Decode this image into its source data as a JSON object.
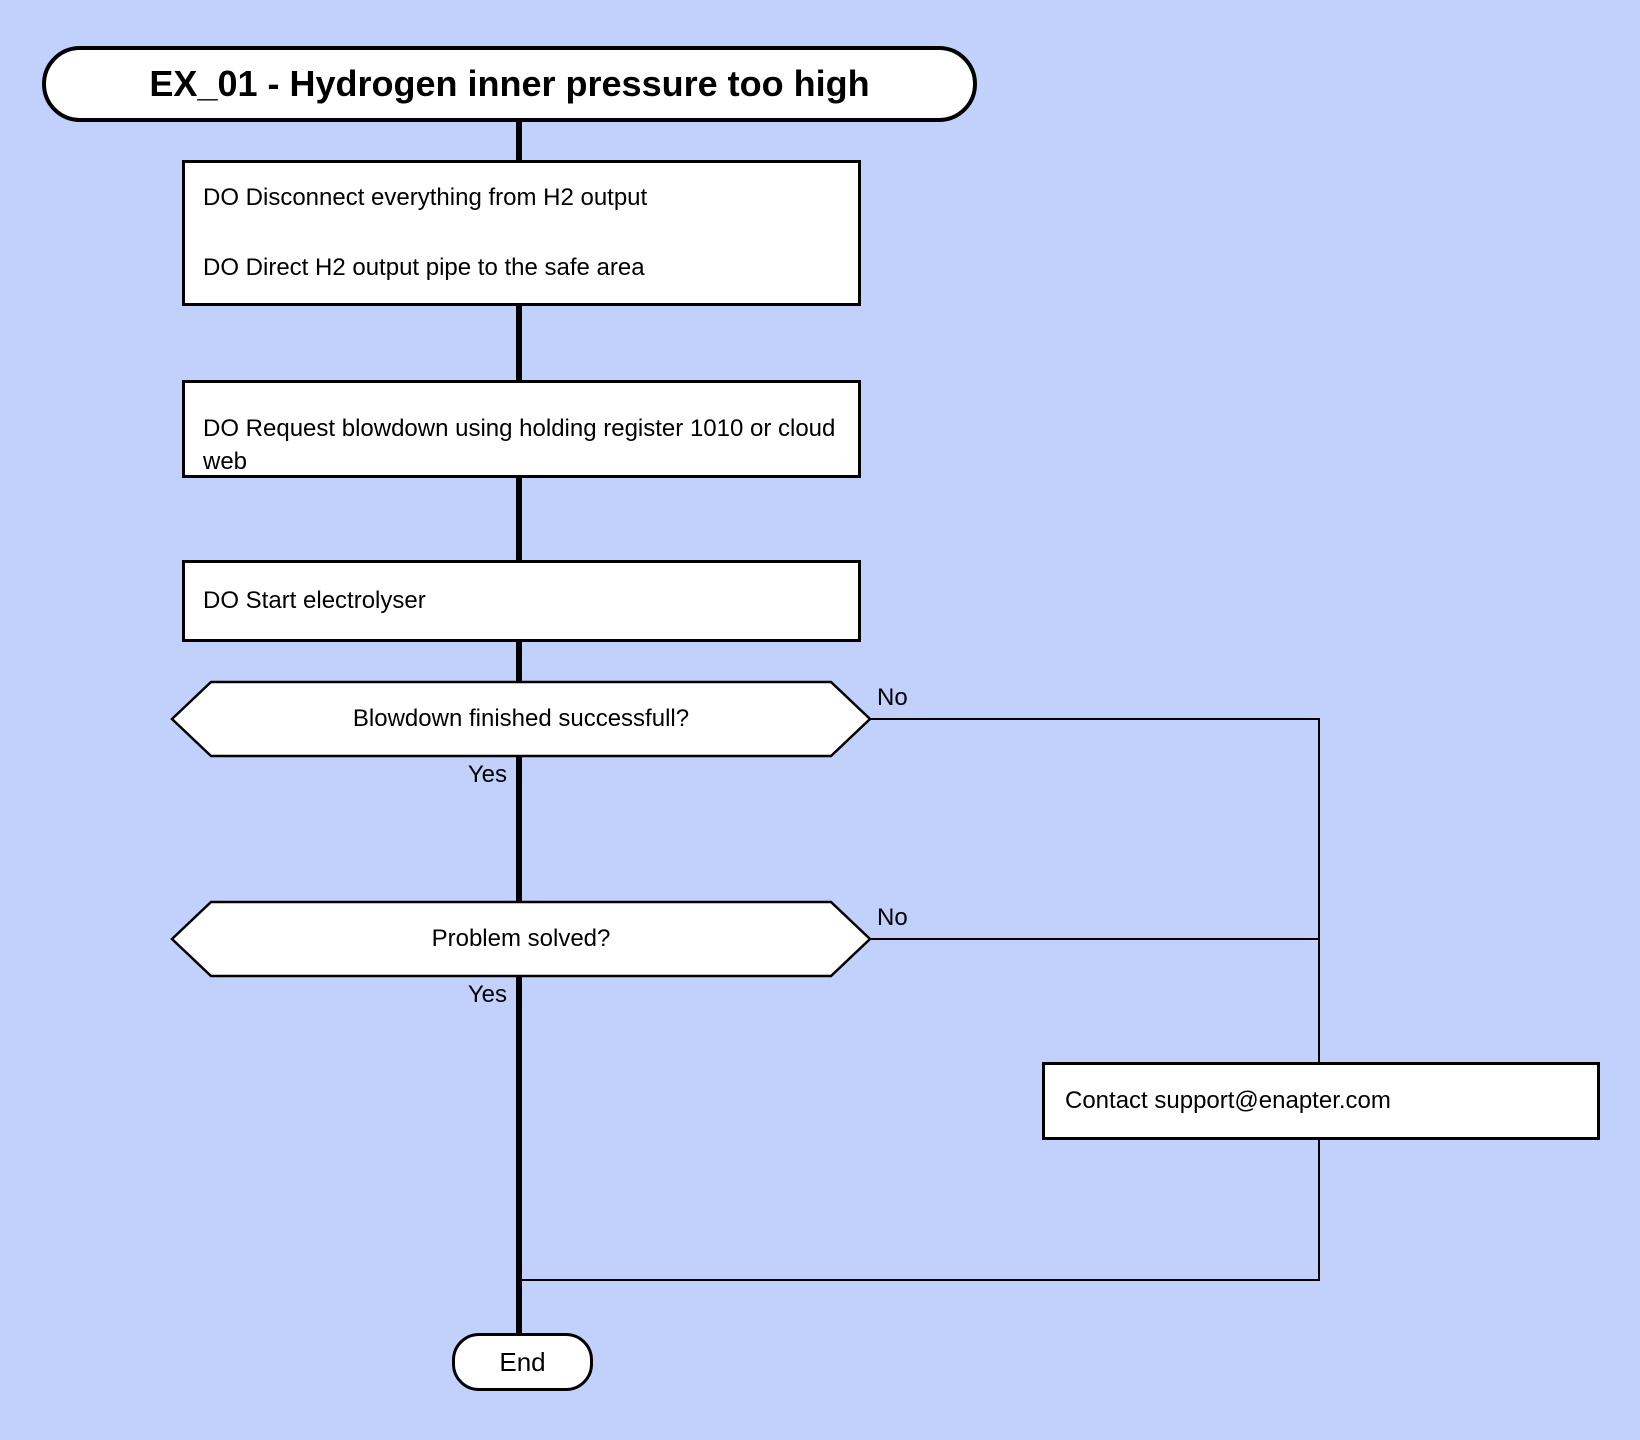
{
  "flowchart": {
    "title": "EX_01 - Hydrogen inner pressure too high",
    "steps": {
      "disconnect": {
        "line1": "DO Disconnect everything from H2 output",
        "line2": "DO Direct H2 output pipe to the safe area"
      },
      "blowdown_request": {
        "label": "DO Request blowdown using holding register 1010 or cloud web"
      },
      "start_electrolyser": {
        "label": "DO Start electrolyser"
      }
    },
    "decisions": {
      "blowdown_finished": {
        "question": "Blowdown finished successfull?",
        "no_label": "No",
        "yes_label": "Yes"
      },
      "problem_solved": {
        "question": "Problem solved?",
        "no_label": "No",
        "yes_label": "Yes"
      }
    },
    "contact": {
      "label": "Contact support@enapter.com"
    },
    "terminal": {
      "label": "End"
    },
    "colors": {
      "background": "#c2d0fc",
      "node_fill": "#ffffff",
      "stroke": "#000000"
    }
  }
}
